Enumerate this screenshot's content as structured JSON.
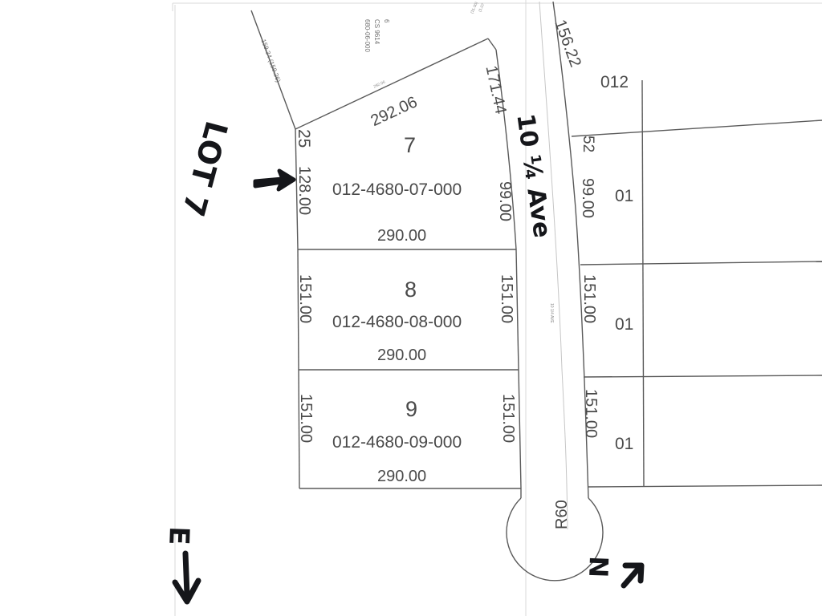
{
  "document": {
    "type": "plat-map",
    "title": "Subdivision plat map with handwritten annotations",
    "background_color": "#ffffff",
    "line_color": "#555555",
    "text_color": "#4a4a4a",
    "annotation_color": "#15161a"
  },
  "street": {
    "name": "10 ¼ Ave",
    "cul_de_sac_radius_label": "R60",
    "centerline_label": "10 1/4 AVE"
  },
  "parcel_6": {
    "lot_number": "6",
    "cs_label": "CS 9614",
    "pid_suffix": "680-06-000"
  },
  "lots": [
    {
      "number": "7",
      "pid": "012-4680-07-000",
      "left_dim": "128.00",
      "right_dim": "99.00",
      "bottom_dim": "290.00",
      "corner_dim": "25"
    },
    {
      "number": "8",
      "pid": "012-4680-08-000",
      "left_dim": "151.00",
      "right_dim": "151.00",
      "bottom_dim": "290.00"
    },
    {
      "number": "9",
      "pid": "012-4680-09-000",
      "left_dim": "151.00",
      "right_dim": "151.00",
      "bottom_dim": "290.00"
    }
  ],
  "boundary_dims": {
    "northwest_line": "159.34 (159.26)",
    "north_line_large": "292.06",
    "north_line_small": "292.06",
    "northeast_curve": "171.44",
    "north_corner_a": "(1.07",
    "north_corner_b": "(11.00)",
    "east_curve": "156.22"
  },
  "east_lots": [
    {
      "pid_fragment": "012",
      "dim_upper": "52",
      "dim_lower": "99.00",
      "code": "01"
    },
    {
      "dim_lower": "151.00",
      "code": "01"
    },
    {
      "dim_lower": "151.00",
      "code": "01"
    }
  ],
  "annotations": {
    "lot_callout": "LOT 7",
    "direction_east": "E",
    "direction_north": "N"
  }
}
